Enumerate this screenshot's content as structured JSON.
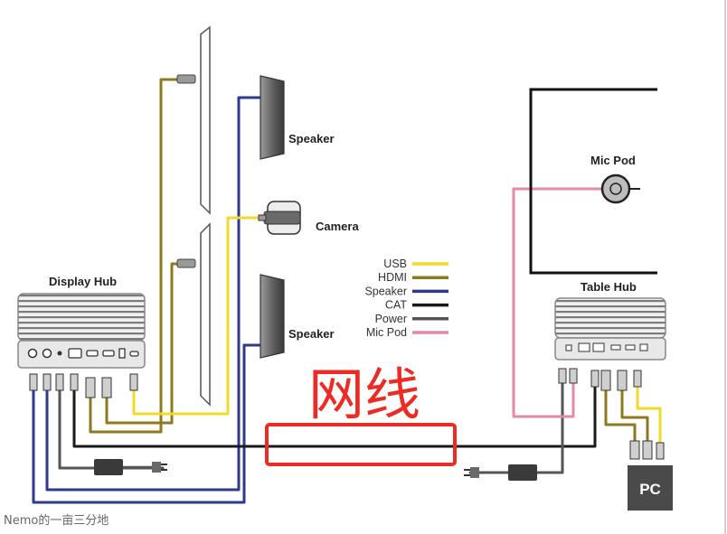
{
  "devices": {
    "display_hub": "Display Hub",
    "table_hub": "Table Hub",
    "speaker_top": "Speaker",
    "speaker_bottom": "Speaker",
    "camera": "Camera",
    "mic_pod": "Mic Pod",
    "pc": "PC"
  },
  "legend": [
    {
      "label": "USB",
      "color": "#f2d92a"
    },
    {
      "label": "HDMI",
      "color": "#8e7a1c"
    },
    {
      "label": "Speaker",
      "color": "#2e3a8c"
    },
    {
      "label": "CAT",
      "color": "#1a1a1a"
    },
    {
      "label": "Power",
      "color": "#555555"
    },
    {
      "label": "Mic Pod",
      "color": "#e58aa3"
    }
  ],
  "annotation": "网线",
  "watermark": "Nemo的一亩三分地",
  "colors": {
    "usb": "#f2d92a",
    "hdmi": "#8e7a1c",
    "speaker": "#2e3a8c",
    "cat": "#1a1a1a",
    "power": "#555555",
    "mic_pod": "#e58aa3",
    "highlight": "#ee2a24"
  }
}
